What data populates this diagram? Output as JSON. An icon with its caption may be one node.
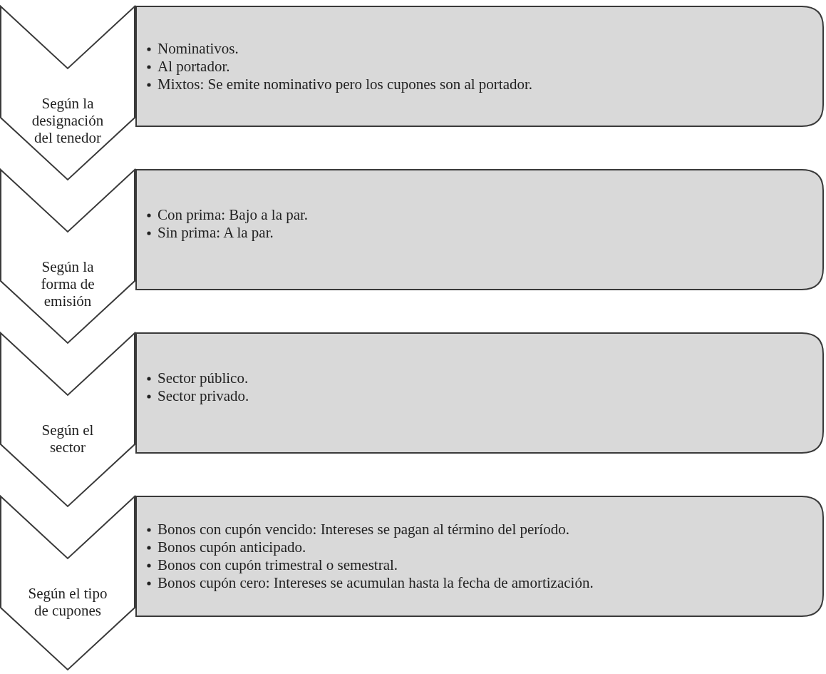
{
  "diagram": {
    "nodes": [
      {
        "text": [
          "Según la designación del tenedor"
        ]
      },
      {
        "text": [
          "Nominativos.",
          "Al portador.",
          "Mixtos: Se emite nominativo pero los cupones son al portador."
        ]
      },
      {
        "text": [
          "Según la forma de emisión"
        ]
      },
      {
        "text": [
          "Con prima: Bajo a la par.",
          "Sin prima: A la par."
        ]
      },
      {
        "text": [
          "Según el sector"
        ]
      },
      {
        "text": [
          "Sector público.",
          "Sector privado."
        ]
      },
      {
        "text": [
          "Según el tipo de cupones"
        ]
      },
      {
        "text": [
          "Bonos con cupón vencido: Intereses se pagan al término del período.",
          "Bonos cupón anticipado.",
          "Bonos con cupón trimestral o semestral.",
          "Bonos cupón cero: Intereses se acumulan hasta la fecha de amortización."
        ]
      }
    ]
  }
}
